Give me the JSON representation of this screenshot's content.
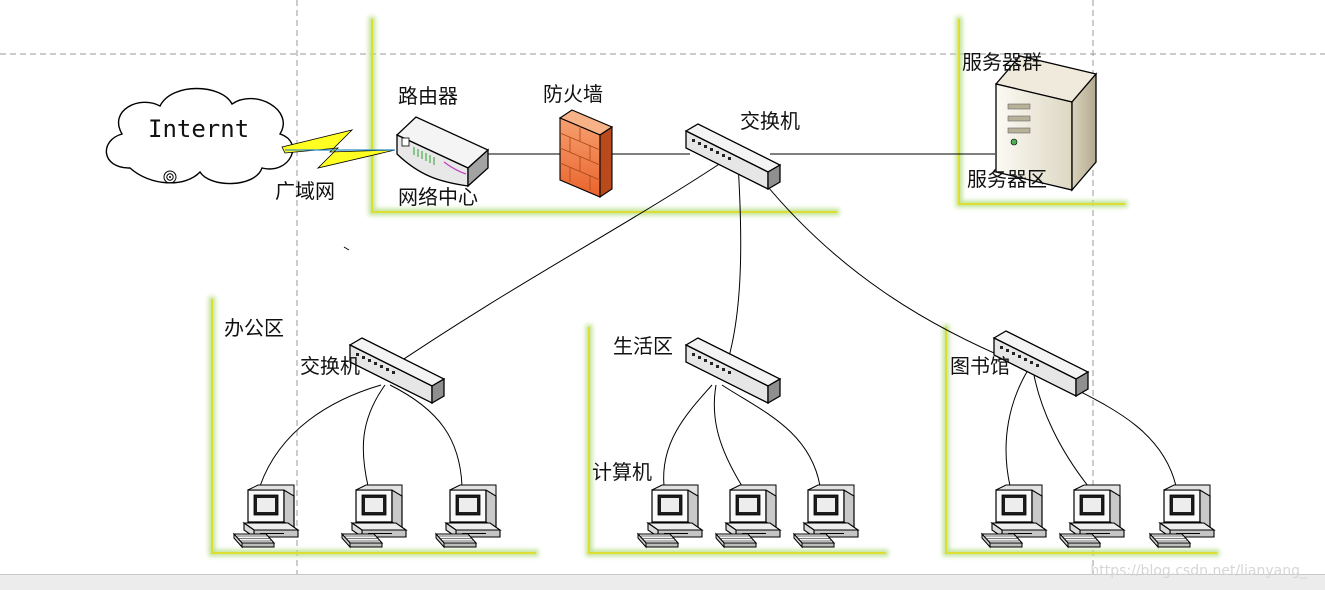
{
  "labels": {
    "internet": "Internt",
    "wan": "广域网",
    "router": "路由器",
    "network_center": "网络中心",
    "firewall": "防火墙",
    "core_switch": "交换机",
    "server_group": "服务器群",
    "server_zone": "服务器区",
    "office_zone": "办公区",
    "office_switch": "交换机",
    "living_zone": "生活区",
    "computers": "计算机",
    "library": "图书馆"
  },
  "watermark": "https://blog.csdn.net/lianyang_",
  "icons": [
    "cloud-icon",
    "lightning-icon",
    "router-icon",
    "firewall-icon",
    "switch-icon",
    "server-icon",
    "computer-icon"
  ],
  "colors": {
    "zone_border": "#dddd33",
    "zone_glow": "#b8e08a",
    "firewall": "#f08040",
    "lightning": "#ffff22",
    "guide_lines": "#9a9a9a"
  }
}
